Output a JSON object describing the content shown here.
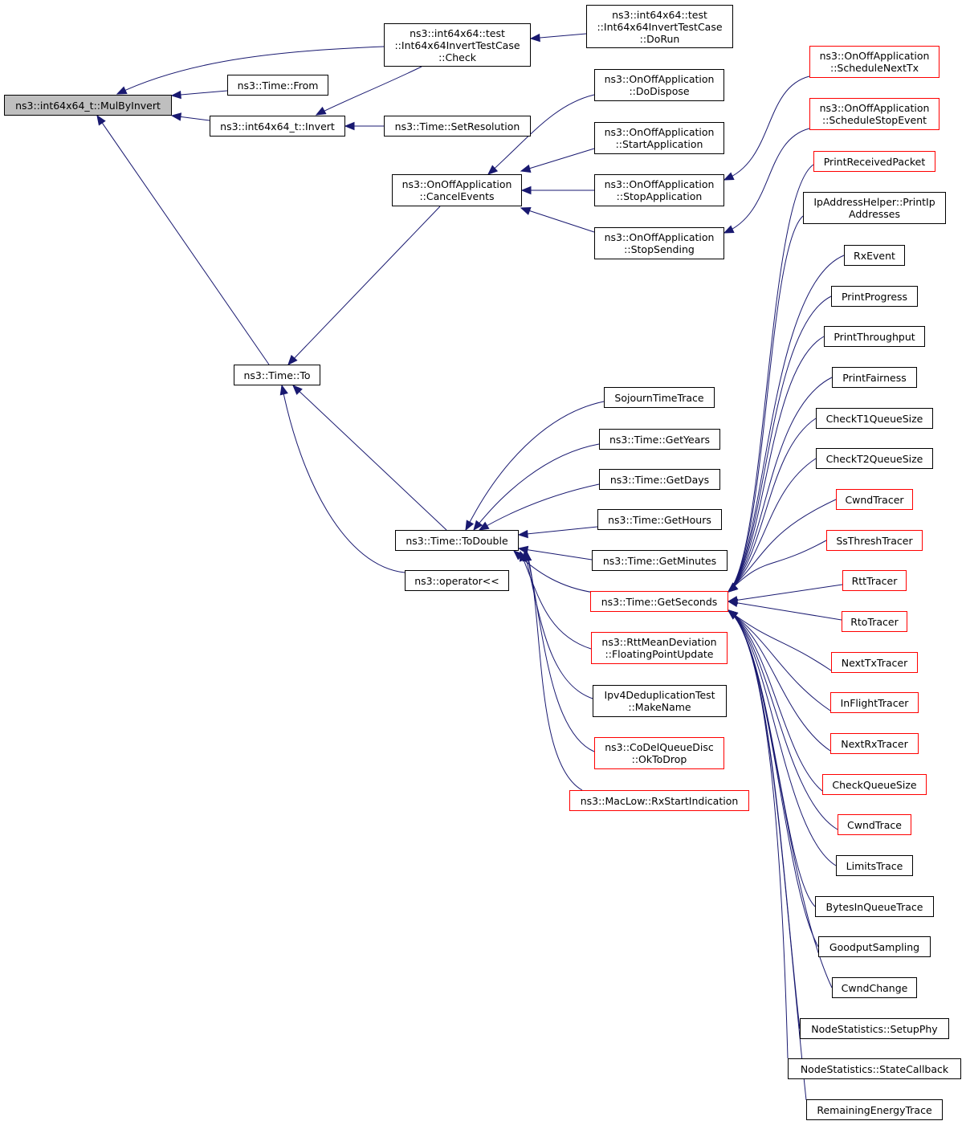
{
  "graph": {
    "colors": {
      "edge": "#191970",
      "node_border": "#000000",
      "node_border_truncated": "#ff0000",
      "root_fill": "#bfbfbf"
    },
    "nodes": {
      "mulbyinvert": "ns3::int64x64_t::MulByInvert",
      "check": "ns3::int64x64::test\n::Int64x64InvertTestCase\n::Check",
      "dorun": "ns3::int64x64::test\n::Int64x64InvertTestCase\n::DoRun",
      "from": "ns3::Time::From",
      "invert": "ns3::int64x64_t::Invert",
      "setresolution": "ns3::Time::SetResolution",
      "to": "ns3::Time::To",
      "cancelevents": "ns3::OnOffApplication\n::CancelEvents",
      "dodispose": "ns3::OnOffApplication\n::DoDispose",
      "startapp": "ns3::OnOffApplication\n::StartApplication",
      "stopapp": "ns3::OnOffApplication\n::StopApplication",
      "stopsending": "ns3::OnOffApplication\n::StopSending",
      "schednexttx": "ns3::OnOffApplication\n::ScheduleNextTx",
      "schedstopevent": "ns3::OnOffApplication\n::ScheduleStopEvent",
      "todouble": "ns3::Time::ToDouble",
      "operator": "ns3::operator<<",
      "sojourn": "SojournTimeTrace",
      "getyears": "ns3::Time::GetYears",
      "getdays": "ns3::Time::GetDays",
      "gethours": "ns3::Time::GetHours",
      "getminutes": "ns3::Time::GetMinutes",
      "getseconds": "ns3::Time::GetSeconds",
      "rttmean": "ns3::RttMeanDeviation\n::FloatingPointUpdate",
      "ipv4dedup": "Ipv4DeduplicationTest\n::MakeName",
      "codel": "ns3::CoDelQueueDisc\n::OkToDrop",
      "maclow": "ns3::MacLow::RxStartIndication",
      "printrecv": "PrintReceivedPacket",
      "ipaddr": "IpAddressHelper::PrintIp\nAddresses",
      "rxevent": "RxEvent",
      "printprogress": "PrintProgress",
      "printthroughput": "PrintThroughput",
      "printfairness": "PrintFairness",
      "checkt1": "CheckT1QueueSize",
      "checkt2": "CheckT2QueueSize",
      "cwndtracer": "CwndTracer",
      "ssthresh": "SsThreshTracer",
      "rtttracer": "RttTracer",
      "rtotracer": "RtoTracer",
      "nexttx": "NextTxTracer",
      "inflight": "InFlightTracer",
      "nextrx": "NextRxTracer",
      "checkqueue": "CheckQueueSize",
      "cwndtrace": "CwndTrace",
      "limits": "LimitsTrace",
      "bytesinqueue": "BytesInQueueTrace",
      "goodput": "GoodputSampling",
      "cwndchange": "CwndChange",
      "setupphy": "NodeStatistics::SetupPhy",
      "statecallback": "NodeStatistics::StateCallback",
      "remaining": "RemainingEnergyTrace"
    }
  }
}
